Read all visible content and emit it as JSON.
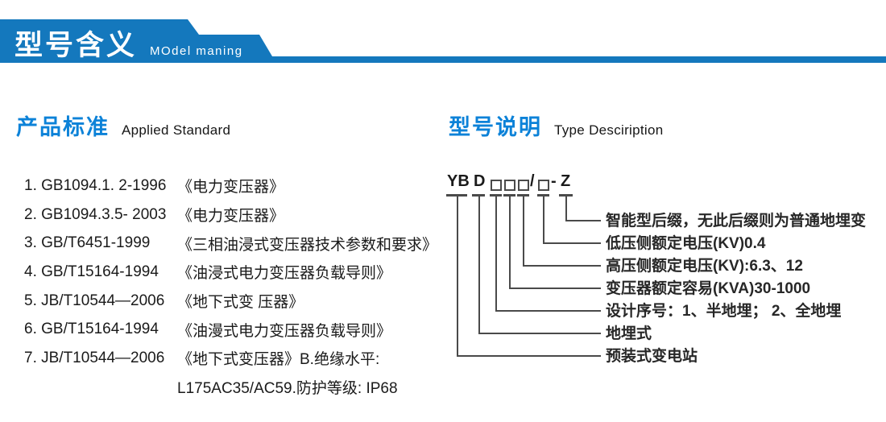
{
  "banner": {
    "title_cn": "型号含义",
    "title_en": "MOdel maning",
    "color": "#1478bd"
  },
  "left_section": {
    "heading_cn": "产品标准",
    "heading_en": "Applied Standard",
    "items": [
      {
        "code": "1. GB1094.1. 2-1996",
        "title": "《电力变压器》"
      },
      {
        "code": "2. GB1094.3.5- 2003",
        "title": "《电力变压器》"
      },
      {
        "code": "3. GB/T6451-1999",
        "title": "《三相油浸式变压器技术参数和要求》"
      },
      {
        "code": "4. GB/T15164-1994",
        "title": "《油浸式电力变压器负载导则》"
      },
      {
        "code": "5. JB/T10544—2006",
        "title": "《地下式变 压器》"
      },
      {
        "code": "6. GB/T15164-1994",
        "title": "《油漫式电力变压器负载导则》"
      },
      {
        "code": "7. JB/T10544—2006",
        "title": "《地下式变压器》B.绝缘水平:"
      }
    ],
    "continuation": "L175AC35/AC59.防护等级: IP68"
  },
  "right_section": {
    "heading_cn": "型号说明",
    "heading_en": "Type Desciription",
    "model_code": {
      "full": "YBD□□□/□-Z",
      "prefix": "YB",
      "d": "D",
      "slash": "/",
      "dash": "-",
      "suffix": "Z"
    },
    "labels": [
      "智能型后缀，无此后缀则为普通地埋变",
      "低压侧额定电压(KV)0.4",
      "高压侧额定电压(KV):6.3、12",
      "变压器额定容易(KVA)30-1000",
      "设计序号：1、半地埋； 2、全地埋",
      "地埋式",
      "预装式变电站"
    ]
  }
}
